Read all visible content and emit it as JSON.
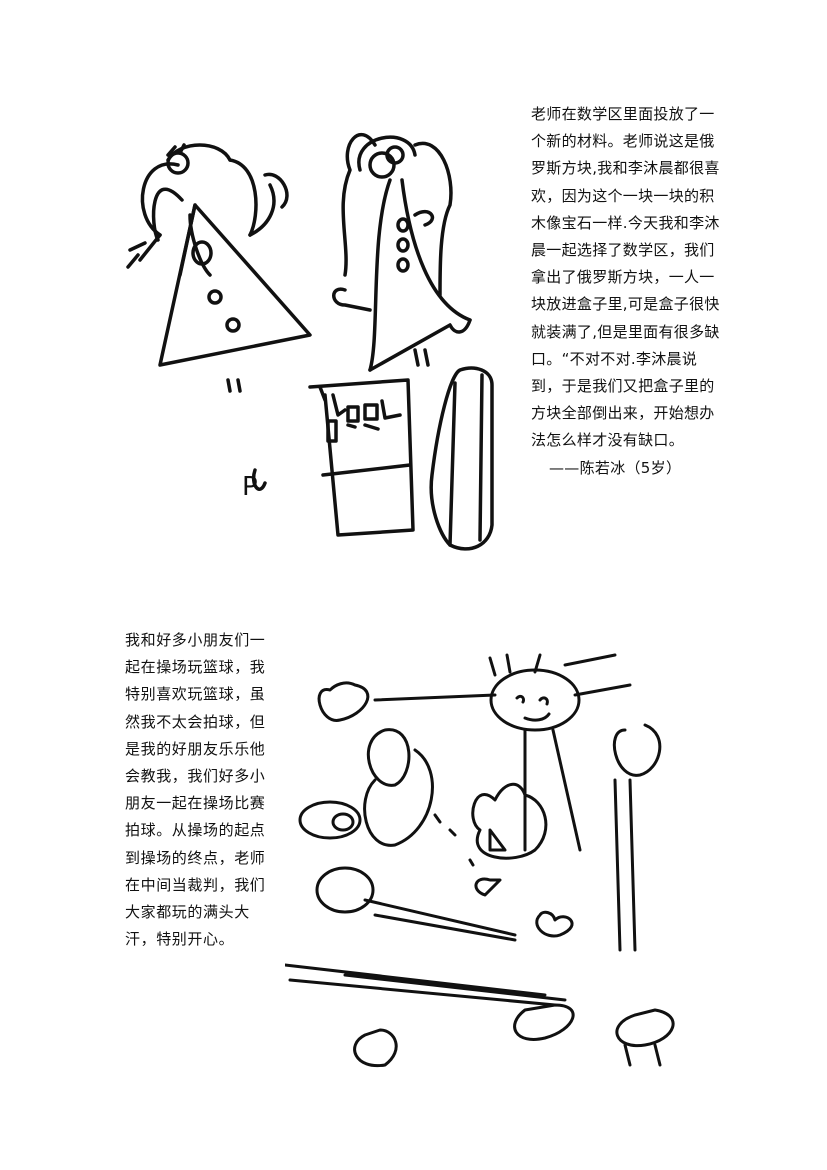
{
  "story1": {
    "text": "老师在数学区里面投放了一个新的材料。老师说这是俄罗斯方块,我和李沐晨都很喜欢，因为这个一块一块的积木像宝石一样.今天我和李沐晨一起选择了数学区，我们拿出了俄罗斯方块，一人一块放进盒子里,可是盒子很快就装满了,但是里面有很多缺口。“不对不对.李沐晨说到，于是我们又把盒子里的方块全部倒出来，开始想办法怎么样才没有缺口。",
    "author": "——陈若冰（5岁）"
  },
  "drawing1": {
    "letter": "P"
  },
  "story2": {
    "text": "我和好多小朋友们一起在操场玩篮球，我特别喜欢玩篮球，虽然我不太会拍球，但是我的好朋友乐乐他会教我，我们好多小朋友一起在操场比赛拍球。从操场的起点到操场的终点，老师在中间当裁判，我们大家都玩的满头大汗，特别开心。"
  }
}
